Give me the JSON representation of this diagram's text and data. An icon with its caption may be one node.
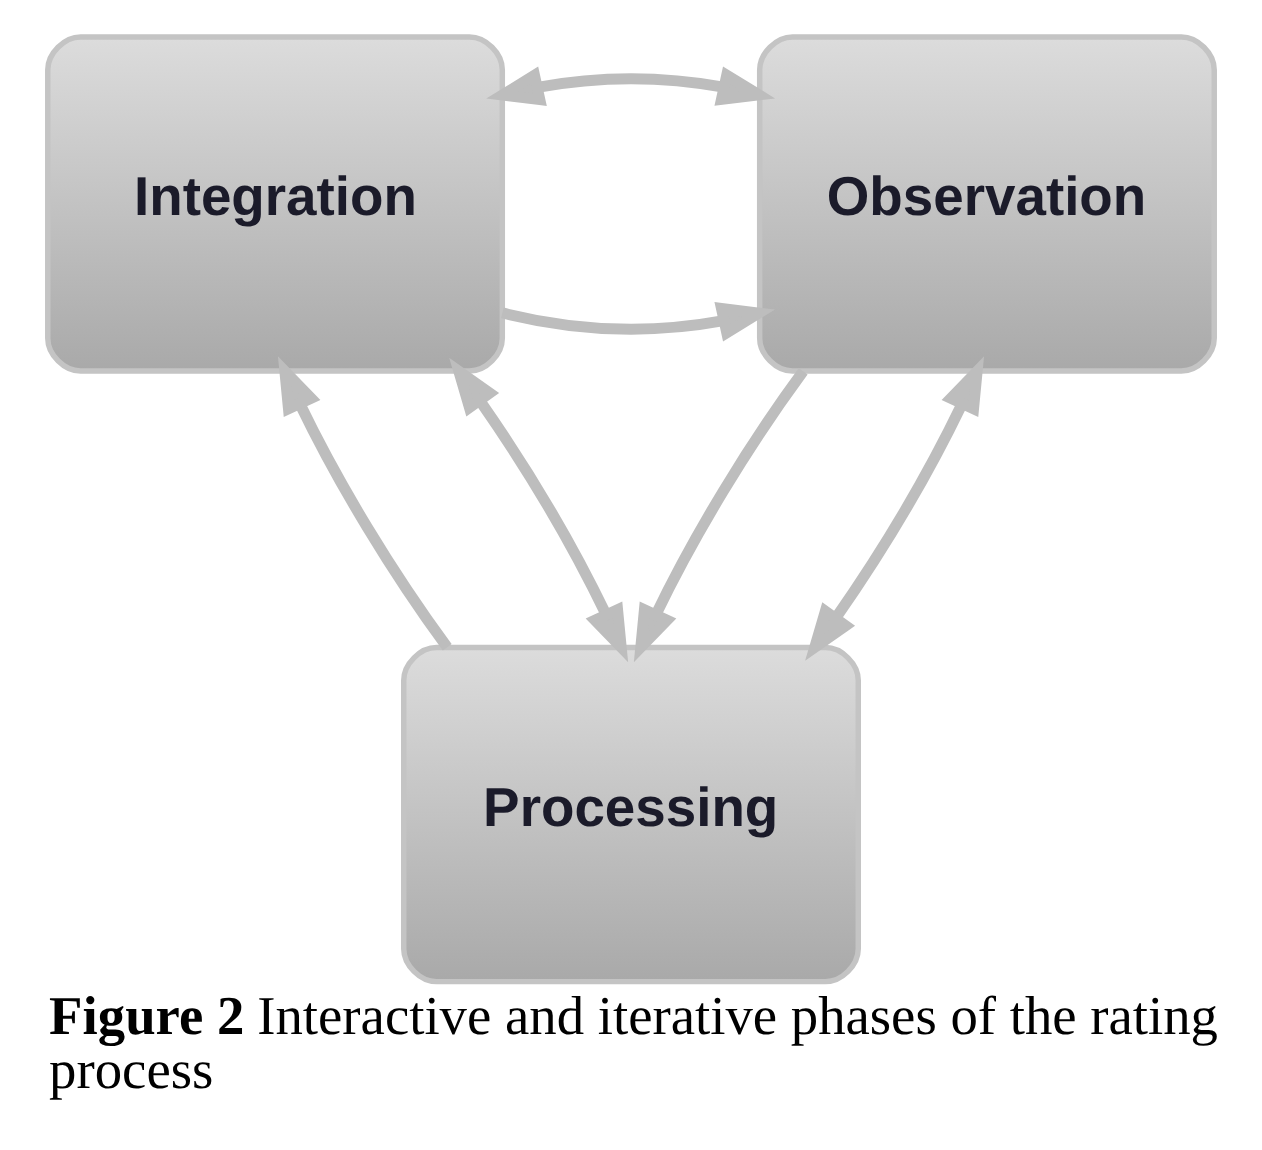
{
  "diagram": {
    "caption": "**Figure 2** Interactive and iterative phases of the rating process",
    "nodes": [
      {
        "text": [
          "Integration"
        ]
      },
      {
        "text": [
          "Observation"
        ]
      },
      {
        "text": [
          "Processing"
        ]
      }
    ],
    "edges": [
      {
        "from": 0,
        "to": 1,
        "arrow": "to"
      },
      {
        "from": 1,
        "to": 2,
        "arrow": "to"
      },
      {
        "from": 2,
        "to": 0,
        "arrow": "to"
      },
      {
        "from": 0,
        "to": 1,
        "arrow": "both"
      },
      {
        "from": 1,
        "to": 2,
        "arrow": "both"
      },
      {
        "from": 2,
        "to": 0,
        "arrow": "both"
      }
    ]
  }
}
